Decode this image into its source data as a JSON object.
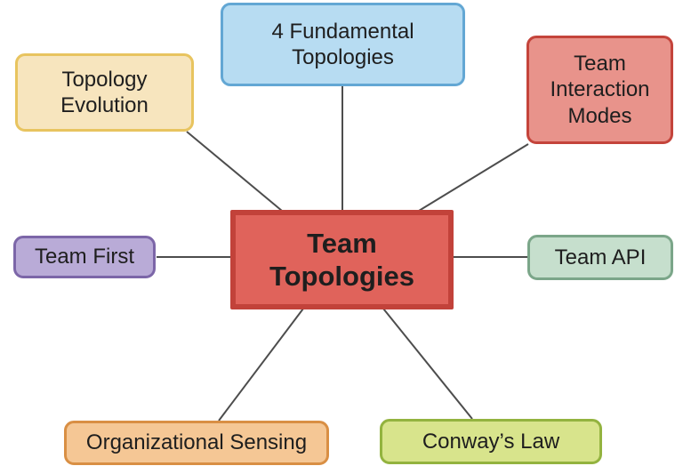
{
  "diagram": {
    "title": "Team Topologies mind map",
    "center": {
      "label": "Team Topologies",
      "fill": "#e0635b",
      "border": "#c2423a"
    },
    "nodes": {
      "evolution": {
        "label": "Topology Evolution",
        "fill": "#f7e5be",
        "border": "#e8c45f"
      },
      "fundamental": {
        "label": "4 Fundamental Topologies",
        "fill": "#b7dcf2",
        "border": "#63a7d4"
      },
      "interaction": {
        "label": "Team Interaction Modes",
        "fill": "#e8938b",
        "border": "#c4443b"
      },
      "teamFirst": {
        "label": "Team First",
        "fill": "#b9abd7",
        "border": "#7c66a8"
      },
      "teamApi": {
        "label": "Team API",
        "fill": "#c6dfcd",
        "border": "#7ba689"
      },
      "orgSensing": {
        "label": "Organizational Sensing",
        "fill": "#f5c795",
        "border": "#d98f44"
      },
      "conwaysLaw": {
        "label": "Conway’s Law",
        "fill": "#d8e48c",
        "border": "#93b33f"
      }
    },
    "edges": [
      {
        "from": "center",
        "to": "fundamental"
      },
      {
        "from": "center",
        "to": "evolution"
      },
      {
        "from": "center",
        "to": "interaction"
      },
      {
        "from": "center",
        "to": "teamFirst"
      },
      {
        "from": "center",
        "to": "teamApi"
      },
      {
        "from": "center",
        "to": "orgSensing"
      },
      {
        "from": "center",
        "to": "conwaysLaw"
      }
    ]
  },
  "colors": {
    "background": "#ffffff",
    "connector": "#4d4d4d",
    "text": "#1e1e1e"
  }
}
